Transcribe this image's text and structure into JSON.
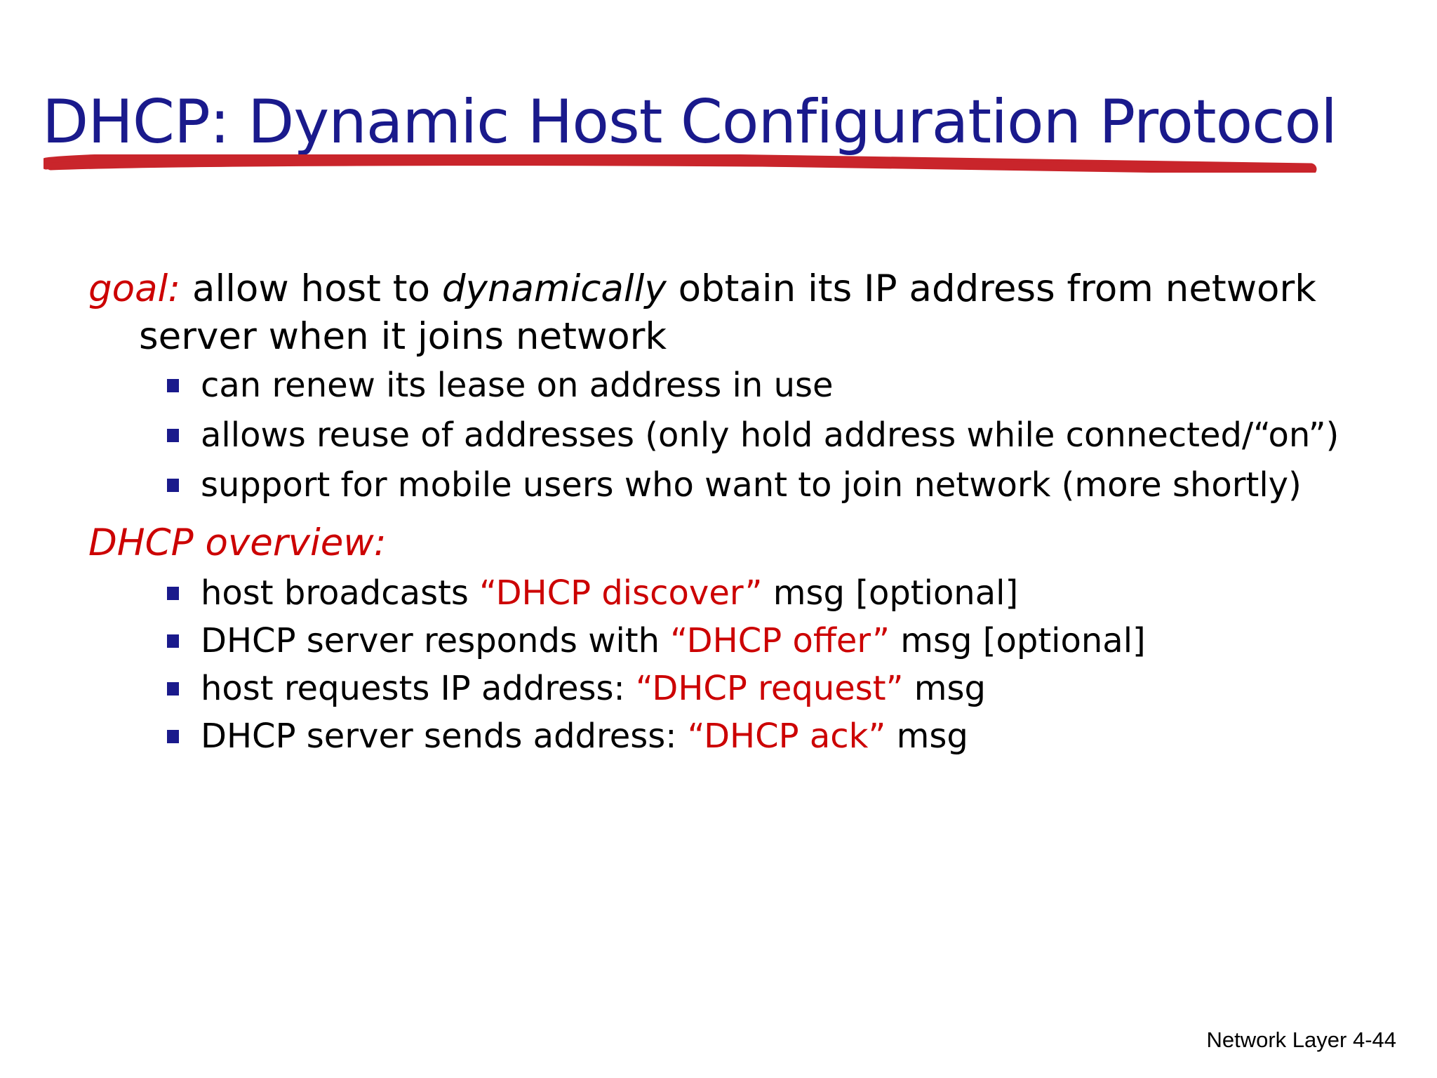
{
  "slide": {
    "title": "DHCP: Dynamic Host Configuration Protocol",
    "colors": {
      "title_blue": "#1a1a8c",
      "accent_red": "#cc0000",
      "bullet_navy": "#1a1a8c",
      "body_black": "#000000",
      "background": "#ffffff"
    },
    "goal": {
      "label": "goal:",
      "text_before_emphasis": " allow host to ",
      "emphasis": "dynamically",
      "text_after_emphasis": " obtain its IP address from network server when it joins network"
    },
    "goal_bullets": [
      "can renew its lease on address in use",
      "allows reuse of addresses (only hold address while connected/“on”)",
      "support for mobile users who want to join network (more shortly)"
    ],
    "overview": {
      "heading": "DHCP overview:",
      "bullets": [
        {
          "before": "host broadcasts ",
          "msg": "“DHCP discover”",
          "after": " msg [optional]"
        },
        {
          "before": "DHCP server responds with ",
          "msg": "“DHCP offer”",
          "after": " msg [optional]"
        },
        {
          "before": "host requests IP address: ",
          "msg": "“DHCP request”",
          "after": " msg"
        },
        {
          "before": "DHCP server sends address: ",
          "msg": "“DHCP ack”",
          "after": " msg"
        }
      ]
    },
    "footer": "Network Layer  4-44"
  }
}
